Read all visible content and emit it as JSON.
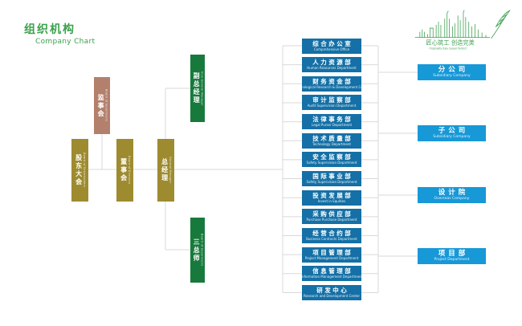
{
  "page": {
    "title_zh": "组织机构",
    "title_en": "Company Chart"
  },
  "logo": {
    "slogan_zh": "匠心筑工 创造完美",
    "slogan_en": "Originality Italy    Career Perfect"
  },
  "colors": {
    "title_green": "#3ba04c",
    "governance_olive": "#9e8b2f",
    "governance_pink": "#b2806d",
    "governance_green": "#177a3c",
    "department_blue": "#1470a6",
    "unit_blue": "#1798d7",
    "connector_gray": "#d9d9d9"
  },
  "governance": [
    {
      "id": "shareholders",
      "zh": "股东大会",
      "en": "Board of Shareholders",
      "color": "olive"
    },
    {
      "id": "supervisors",
      "zh": "监事会",
      "en": "Board of Supervisors",
      "color": "pink"
    },
    {
      "id": "directors",
      "zh": "董事会",
      "en": "Board of Directors",
      "color": "olive"
    },
    {
      "id": "general-manager",
      "zh": "总经理",
      "en": "General Manager",
      "color": "olive"
    },
    {
      "id": "vice-general-manager",
      "zh": "副总经理",
      "en": "Vice General Manager",
      "color": "green"
    },
    {
      "id": "three-chiefs",
      "zh": "三总师",
      "en": "Board of Supervisors",
      "color": "green"
    }
  ],
  "departments": [
    {
      "zh": "综合办公室",
      "en": "Comprehensive Office"
    },
    {
      "zh": "人力资源部",
      "en": "Human Resources Department"
    },
    {
      "zh": "财务资金部",
      "en": "Technological Research & Development Center"
    },
    {
      "zh": "审计监察部",
      "en": "Audit Supervision Department"
    },
    {
      "zh": "法律事务部",
      "en": "Legal Purser Department"
    },
    {
      "zh": "技术质量部",
      "en": "Technology Department"
    },
    {
      "zh": "安全监察部",
      "en": "Safety Supervision Department"
    },
    {
      "zh": "国际事业部",
      "en": "Safety Supervision Department"
    },
    {
      "zh": "投资发展部",
      "en": "Invest in Equities"
    },
    {
      "zh": "采购供应部",
      "en": "Purchase Purchase Department"
    },
    {
      "zh": "经营合约部",
      "en": "Business Contracts Department"
    },
    {
      "zh": "项目管理部",
      "en": "Project Management Department"
    },
    {
      "zh": "信息管理部",
      "en": "Information Management Department"
    },
    {
      "zh": "研发中心",
      "en": "Research and Development Center"
    }
  ],
  "units": [
    {
      "zh": "分公司",
      "en": "Subsidiary Company"
    },
    {
      "zh": "子公司",
      "en": "Subsidiary Company"
    },
    {
      "zh": "设计院",
      "en": "Overseas Company"
    },
    {
      "zh": "项目部",
      "en": "Project Department"
    }
  ]
}
